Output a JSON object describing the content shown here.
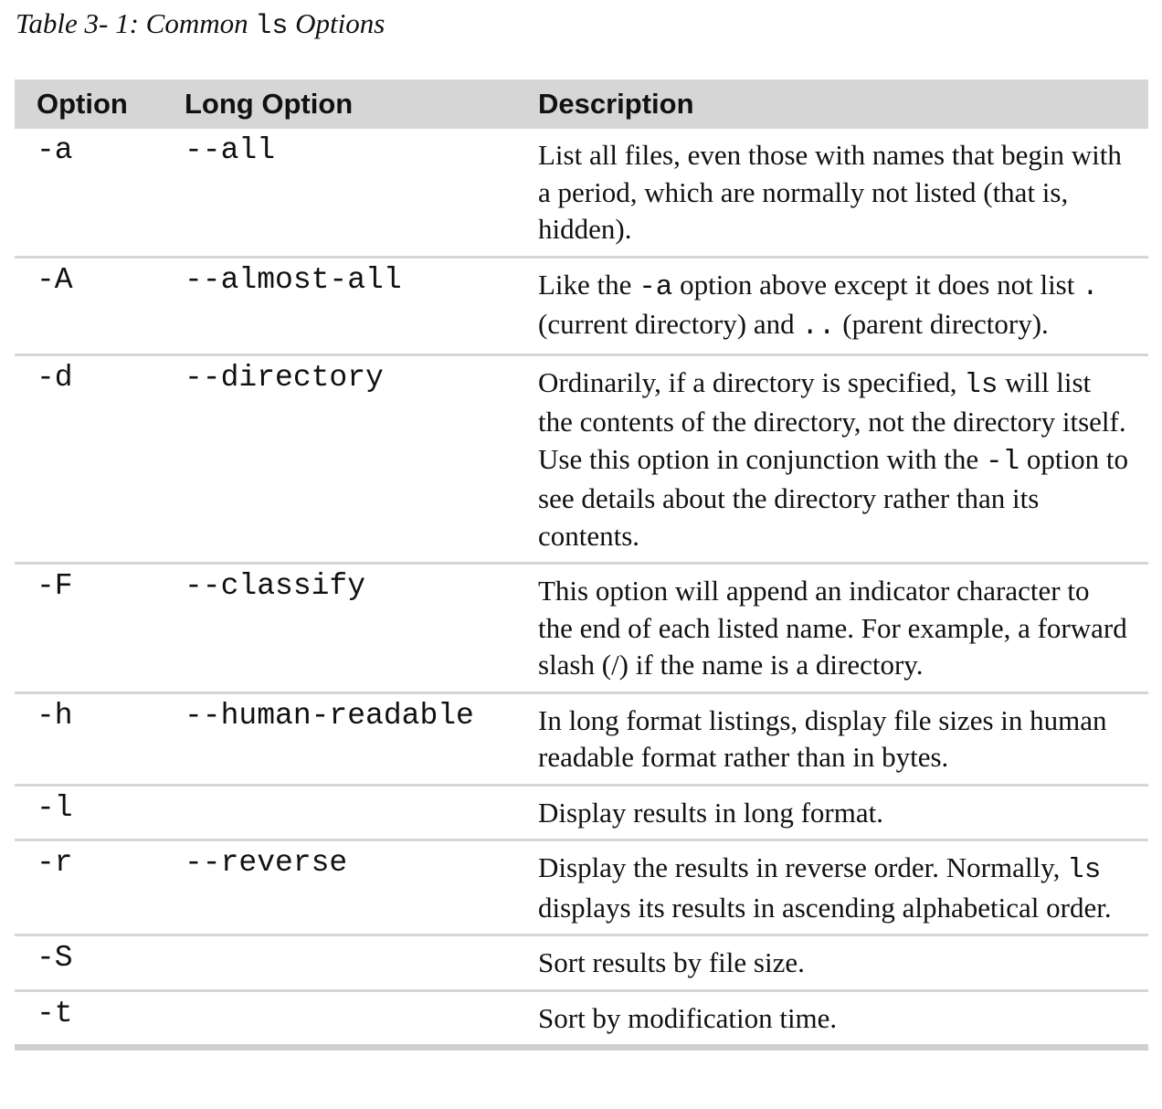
{
  "caption": {
    "prefix": "Table 3- 1: Common ",
    "code": "ls",
    "suffix": " Options"
  },
  "headers": {
    "option": "Option",
    "long_option": "Long Option",
    "description": "Description"
  },
  "rows": [
    {
      "option": "-a",
      "long_option": "--all",
      "description": [
        {
          "t": "List all files, even those with names that begin with a period, which are normally not listed (that is, hidden)."
        }
      ]
    },
    {
      "option": "-A",
      "long_option": "--almost-all",
      "description": [
        {
          "t": "Like the "
        },
        {
          "c": "-a"
        },
        {
          "t": " option above except it does not list "
        },
        {
          "c": "."
        },
        {
          "t": " (current directory) and "
        },
        {
          "c": ".."
        },
        {
          "t": " (parent directory)."
        }
      ]
    },
    {
      "option": "-d",
      "long_option": "--directory",
      "description": [
        {
          "t": "Ordinarily, if a directory is specified, "
        },
        {
          "c": "ls"
        },
        {
          "t": " will list the contents of the directory, not the directory itself. Use this option in conjunction with the "
        },
        {
          "c": "-l"
        },
        {
          "t": " option to see details about the directory rather than its contents."
        }
      ]
    },
    {
      "option": "-F",
      "long_option": "--classify",
      "description": [
        {
          "t": "This option will append an indicator character to the end of each listed name. For example, a forward slash (/) if the name is a directory."
        }
      ]
    },
    {
      "option": "-h",
      "long_option": "--human-readable",
      "description": [
        {
          "t": "In long format listings, display file sizes in human readable format rather than in bytes."
        }
      ]
    },
    {
      "option": "-l",
      "long_option": "",
      "description": [
        {
          "t": "Display results in long format."
        }
      ]
    },
    {
      "option": "-r",
      "long_option": "--reverse",
      "description": [
        {
          "t": "Display the results in reverse order. Normally, "
        },
        {
          "c": "ls"
        },
        {
          "t": " displays its results in ascending alphabetical order."
        }
      ]
    },
    {
      "option": "-S",
      "long_option": "",
      "description": [
        {
          "t": "Sort results by file size."
        }
      ]
    },
    {
      "option": "-t",
      "long_option": "",
      "description": [
        {
          "t": "Sort by modification time."
        }
      ]
    }
  ]
}
